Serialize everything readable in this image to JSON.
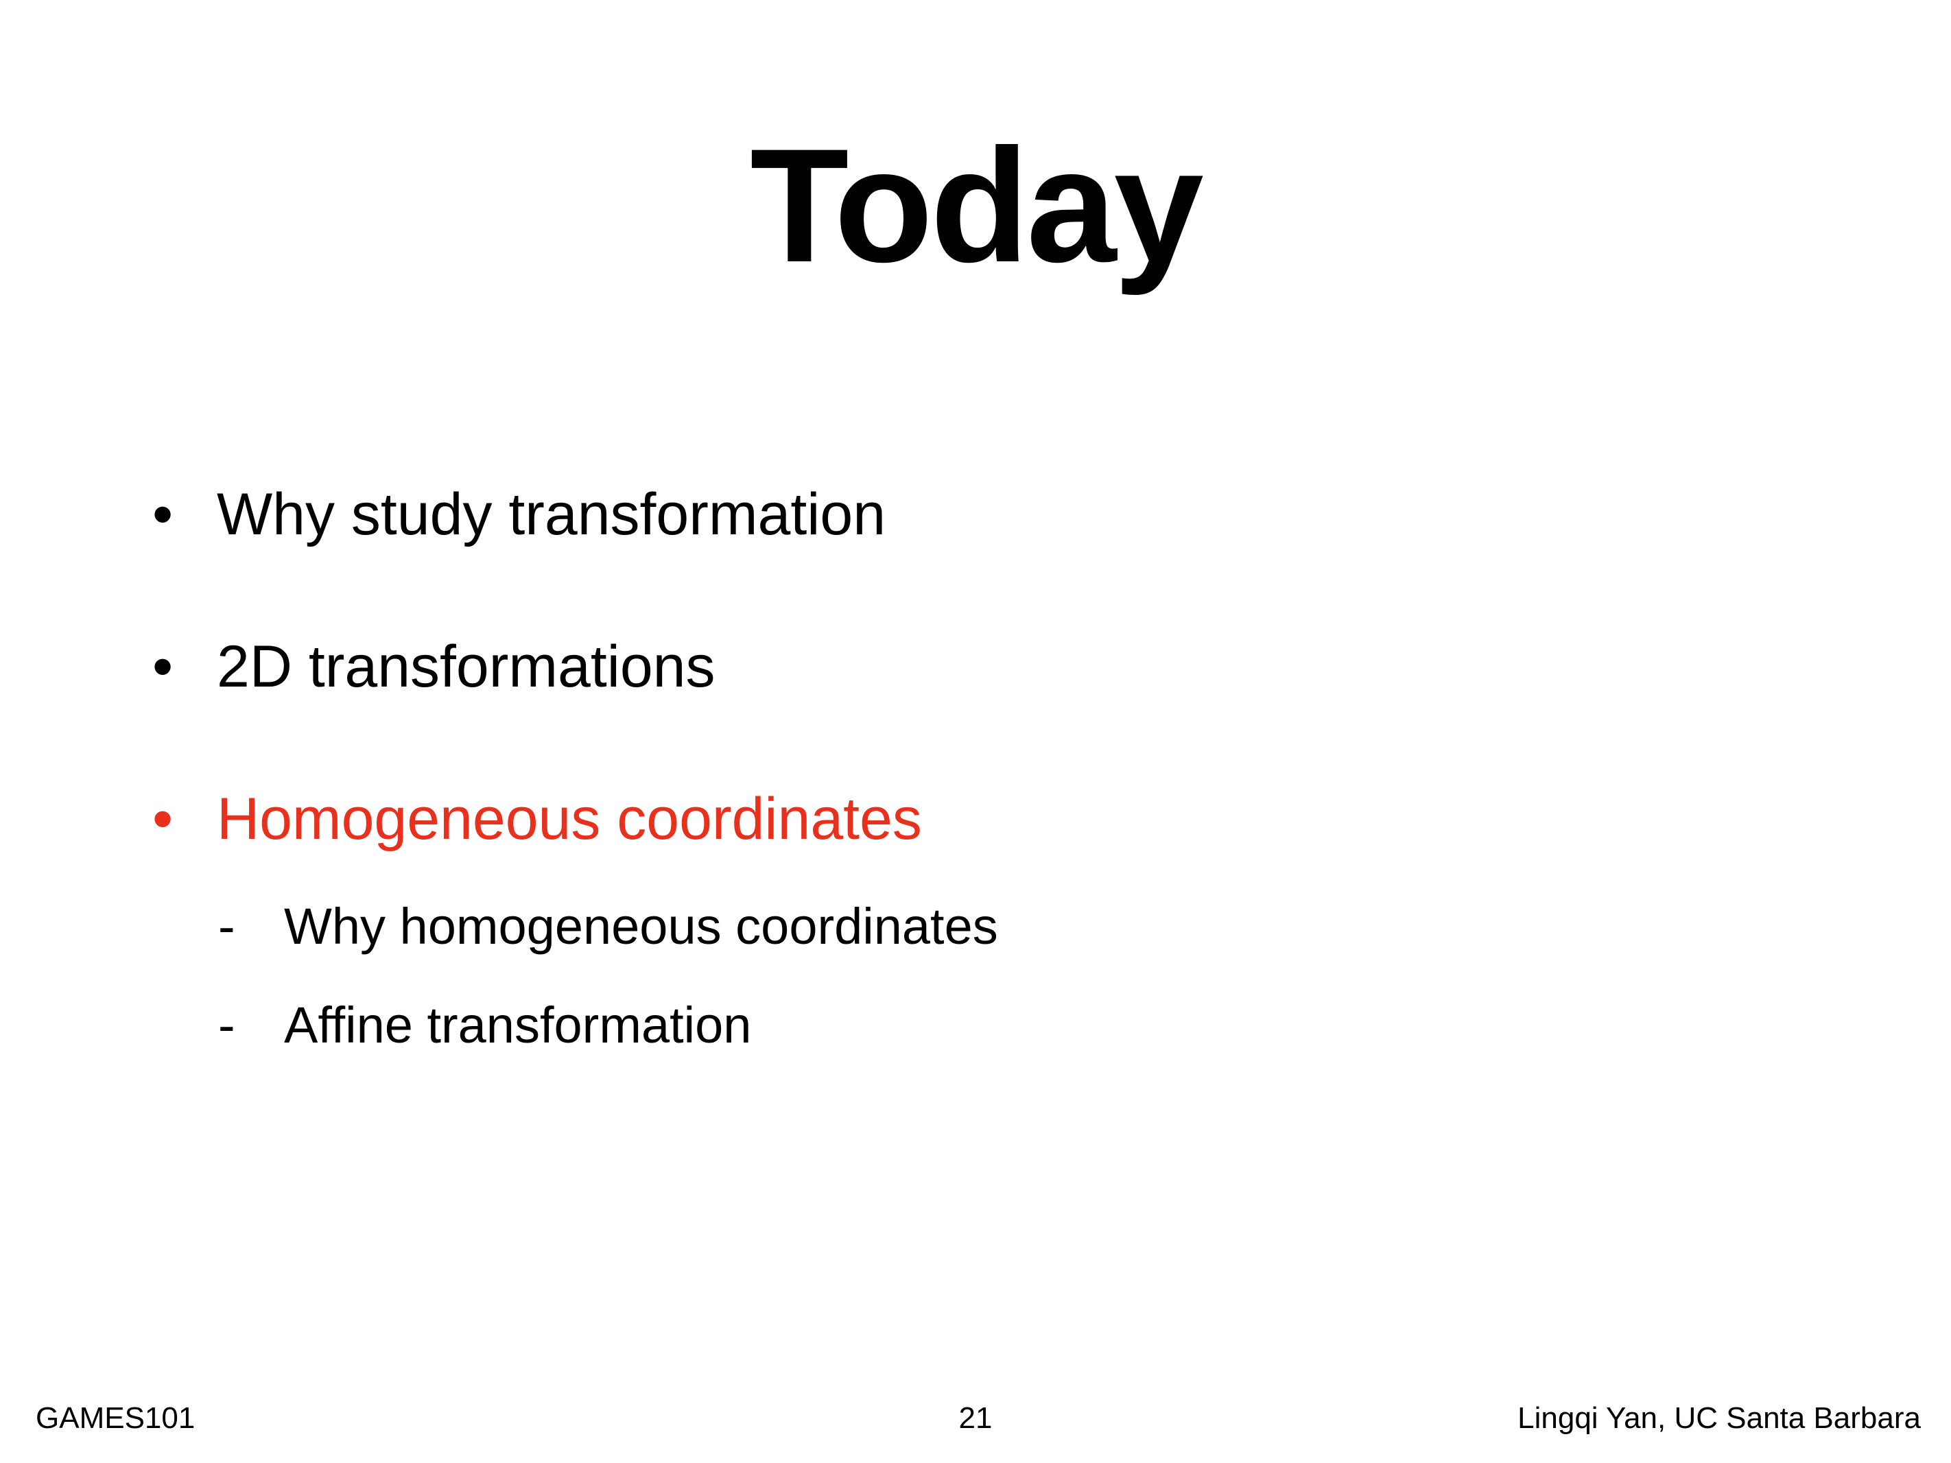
{
  "slide": {
    "title": "Today",
    "accent_color": "#e8301c",
    "text_color": "#000000",
    "bullets": [
      {
        "marker": "•",
        "text": "Why study transformation",
        "highlighted": false
      },
      {
        "marker": "•",
        "text": "2D transformations",
        "highlighted": false
      },
      {
        "marker": "•",
        "text": "Homogeneous coordinates",
        "highlighted": true
      }
    ],
    "sub_bullets": [
      {
        "marker": "-",
        "text": "Why homogeneous coordinates"
      },
      {
        "marker": "-",
        "text": "Affine transformation"
      }
    ]
  },
  "footer": {
    "course": "GAMES101",
    "page_number": "21",
    "author": "Lingqi Yan, UC Santa Barbara"
  }
}
